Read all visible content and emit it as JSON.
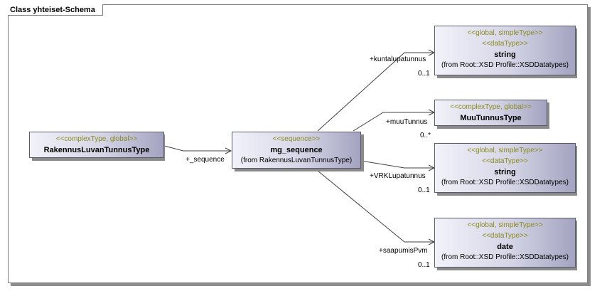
{
  "frame_title": "Class yhteiset-Schema",
  "classes": {
    "rakennus": {
      "stereotype": "<<complexType, global>>",
      "name": "RakennusLuvanTunnusType"
    },
    "mg_sequence": {
      "stereotype": "<<sequence>>",
      "name": "mg_sequence",
      "from": "(from RakennusLuvanTunnusType)"
    },
    "string1": {
      "stereotype1": "<<global, simpleType>>",
      "stereotype2": "<<dataType>>",
      "name": "string",
      "from": "(from Root::XSD Profile::XSDDatatypes)"
    },
    "muu": {
      "stereotype": "<<complexType, global>>",
      "name": "MuuTunnusType"
    },
    "string2": {
      "stereotype1": "<<global, simpleType>>",
      "stereotype2": "<<dataType>>",
      "name": "string",
      "from": "(from Root::XSD Profile::XSDDatatypes)"
    },
    "date": {
      "stereotype1": "<<global, simpleType>>",
      "stereotype2": "<<dataType>>",
      "name": "date",
      "from": "(from Root::XSD Profile::XSDDatatypes)"
    }
  },
  "associations": {
    "sequence": {
      "role": "+_sequence"
    },
    "kuntalupatunnus": {
      "role": "+kuntalupatunnus",
      "multiplicity": "0..1"
    },
    "muuTunnus": {
      "role": "+muuTunnus",
      "multiplicity": "0..*"
    },
    "vrk": {
      "role": "+VRKLupatunnus",
      "multiplicity": "0..1"
    },
    "saapumis": {
      "role": "+saapumisPvm",
      "multiplicity": "0..1"
    }
  },
  "colors": {
    "stereotype": "#8a8a22",
    "box_border": "#5a5a6e",
    "line": "#404040"
  }
}
